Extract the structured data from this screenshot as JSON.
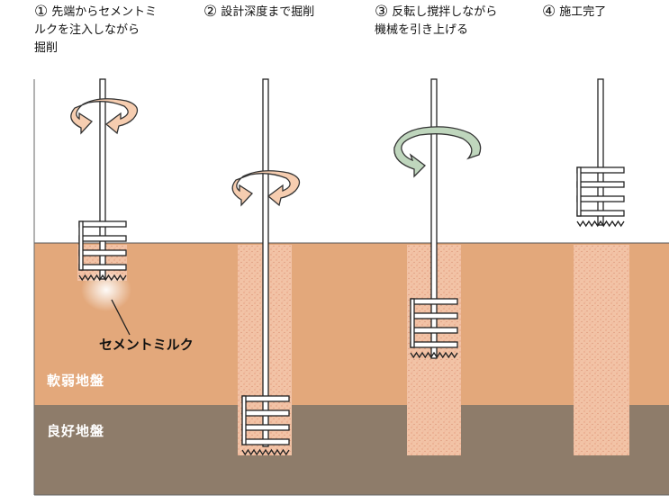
{
  "steps": [
    {
      "num": "①",
      "text": "先端からセメントミ\nルクを注入しながら\n掘削"
    },
    {
      "num": "②",
      "text": "設計深度まで掘削"
    },
    {
      "num": "③",
      "text": "反転し撹拌しながら\n機械を引き上げる"
    },
    {
      "num": "④",
      "text": "施工完了"
    }
  ],
  "layers": {
    "soft": "軟弱地盤",
    "good": "良好地盤"
  },
  "callout": "セメントミルク",
  "colors": {
    "soft_ground": "#e3a87b",
    "good_ground": "#8e7c6a",
    "column": "#f2c3a6",
    "arrow_drill": "#f6cdb0",
    "arrow_reverse": "#bfd6bd",
    "outline": "#222222"
  },
  "icons": [
    "rotation-arrow-icon",
    "drill-rod-icon",
    "auger-blade-icon"
  ]
}
